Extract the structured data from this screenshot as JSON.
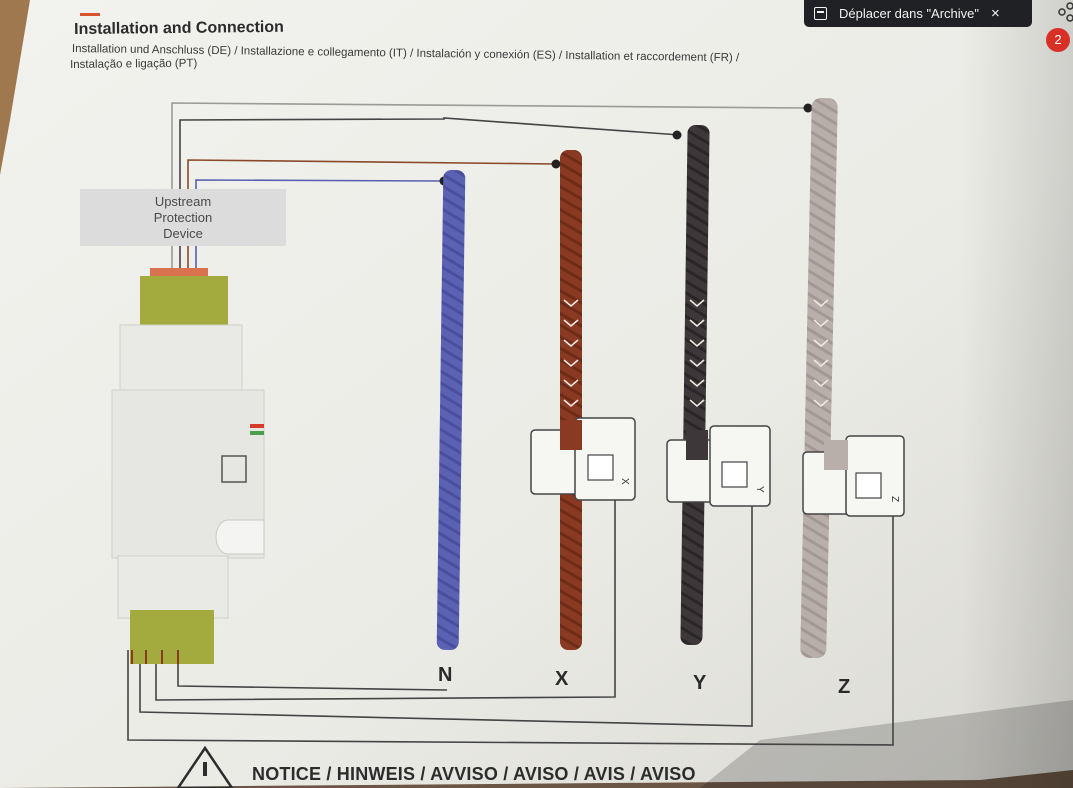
{
  "document": {
    "title": "Installation and Connection",
    "subtitle_line1": "Installation und Anschluss (DE) / Installazione e collegamento (IT) / Instalación y conexión (ES) / Installation et raccordement (FR) /",
    "subtitle_line2": "Instalação e ligação (PT)",
    "upstream_box": {
      "line1": "Upstream",
      "line2": "Protection",
      "line3": "Device"
    },
    "conductors": [
      {
        "label": "N",
        "color": "#5a5fb0"
      },
      {
        "label": "X",
        "color": "#8a3a22"
      },
      {
        "label": "Y",
        "color": "#3a3436"
      },
      {
        "label": "Z",
        "color": "#b4aba7"
      }
    ],
    "clamp_labels": [
      "X",
      "Y",
      "Z"
    ],
    "notice_heading": "NOTICE / HINWEIS / AVVISO / AVISO / AVIS / AVISO"
  },
  "toast": {
    "message": "Déplacer dans \"Archive\"",
    "archive_icon": "archive-icon",
    "close_icon": "close-icon",
    "close_glyph": "×"
  },
  "notification_badge": "2",
  "share_icon": "share-icon",
  "colors": {
    "paper": "#ecece7",
    "device_body": "#e6e6e4",
    "terminal_block": "#a3ab3e",
    "toast_bg": "#202124",
    "badge": "#d93025"
  }
}
